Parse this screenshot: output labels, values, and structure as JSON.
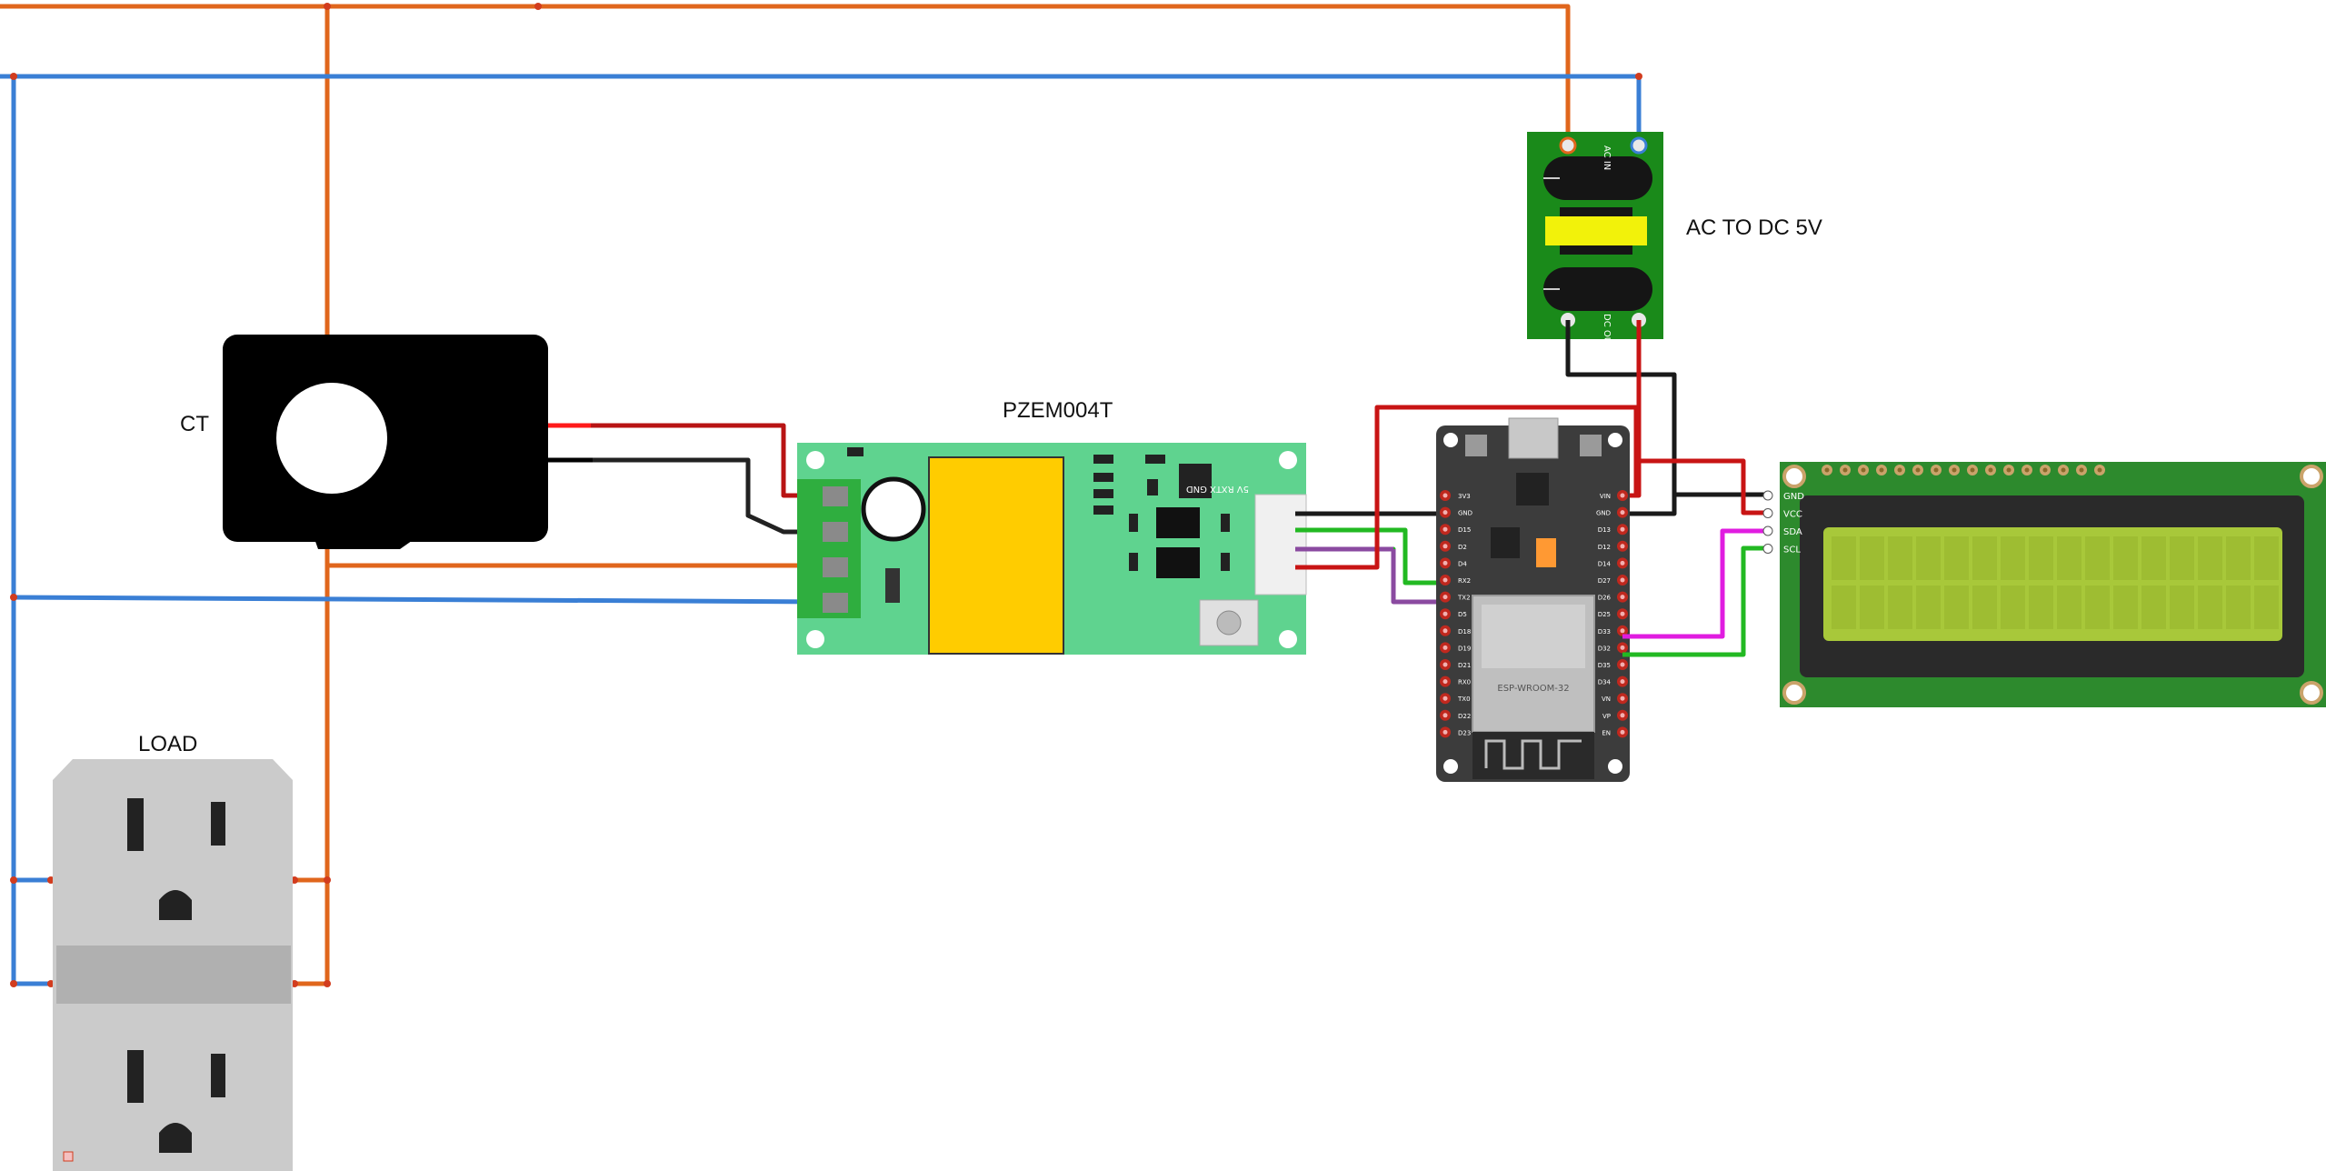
{
  "labels": {
    "ac_dc": "AC TO DC 5V",
    "ct": "CT",
    "pzem": "PZEM004T",
    "load": "LOAD"
  },
  "acdc_pins": {
    "ac_in": "AC IN",
    "dc_out": "DC OUT"
  },
  "pzem_header": "5V RXTX GND",
  "lcd_pins": [
    "GND",
    "VCC",
    "SDA",
    "SCL"
  ],
  "esp32": {
    "module_text": "ESP-WROOM-32",
    "left_pins": [
      "3V3",
      "GND",
      "D15",
      "D2",
      "D4",
      "RX2",
      "TX2",
      "D5",
      "D18",
      "D19",
      "D21",
      "RX0",
      "TX0",
      "D22",
      "D23"
    ],
    "right_pins": [
      "VIN",
      "GND",
      "D13",
      "D12",
      "D14",
      "D27",
      "D26",
      "D25",
      "D33",
      "D32",
      "D35",
      "D34",
      "VN",
      "VP",
      "EN"
    ]
  },
  "colors": {
    "live_wire": "#e0661c",
    "neutral_wire": "#3a7fd5",
    "red_wire": "#c81414",
    "black_wire": "#1a1a1a",
    "green_wire": "#22b922",
    "magenta_wire": "#e01ce0",
    "purple_wire": "#8a4aa0",
    "pzem_board": "#5fd38f",
    "acdc_board": "#1a8a1a",
    "esp_board": "#3c3c3c",
    "lcd_board": "#2d8a2d",
    "lcd_screen": "#a8c83a"
  }
}
